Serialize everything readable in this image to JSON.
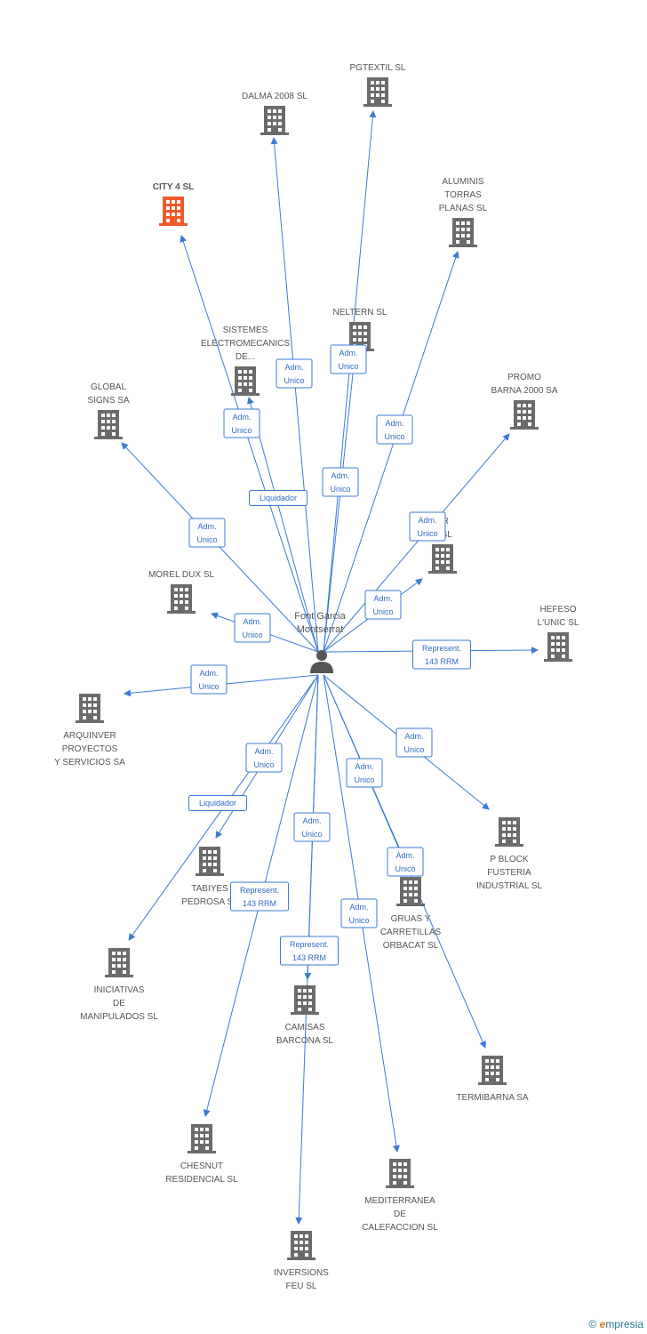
{
  "colors": {
    "edge": "#3a7bd5",
    "building": "#6b6b6b",
    "highlight": "#f05a28",
    "person": "#555555"
  },
  "center": {
    "name_lines": [
      "Font Garcia",
      "Montserrat"
    ],
    "icon": "person-icon"
  },
  "nodes": [
    {
      "id": "pgtextil",
      "lines": [
        "PGTEXTIL SL"
      ],
      "label_pos": "above",
      "highlight": false
    },
    {
      "id": "dalma",
      "lines": [
        "DALMA 2008 SL"
      ],
      "label_pos": "above",
      "highlight": false
    },
    {
      "id": "city4",
      "lines": [
        "CITY 4 SL"
      ],
      "label_pos": "above",
      "highlight": true
    },
    {
      "id": "aluminis",
      "lines": [
        "ALUMINIS",
        "TORRAS",
        "PLANAS SL"
      ],
      "label_pos": "above",
      "highlight": false
    },
    {
      "id": "nelternl",
      "lines": [
        "NELTERN SL"
      ],
      "label_pos": "above",
      "highlight": false
    },
    {
      "id": "sistemes",
      "lines": [
        "SISTEMES",
        "ELECTROMECANICS",
        "DE..."
      ],
      "label_pos": "above",
      "highlight": false
    },
    {
      "id": "global",
      "lines": [
        "GLOBAL",
        "SIGNS SA"
      ],
      "label_pos": "above",
      "highlight": false
    },
    {
      "id": "promo",
      "lines": [
        "PROMO",
        "BARNA 2000 SA"
      ],
      "label_pos": "above",
      "highlight": false
    },
    {
      "id": "erssl",
      "lines": [
        "ER",
        "S SL"
      ],
      "label_pos": "above",
      "highlight": false
    },
    {
      "id": "morel",
      "lines": [
        "MOREL DUX SL"
      ],
      "label_pos": "above",
      "highlight": false
    },
    {
      "id": "hefeso",
      "lines": [
        "HEFESO",
        "L'UNIC SL"
      ],
      "label_pos": "above",
      "highlight": false
    },
    {
      "id": "arquinver",
      "lines": [
        "ARQUINVER",
        "PROYECTOS",
        "Y SERVICIOS SA"
      ],
      "label_pos": "below",
      "highlight": false
    },
    {
      "id": "pblock",
      "lines": [
        "P BLOCK",
        "FUSTERIA",
        "INDUSTRIAL SL"
      ],
      "label_pos": "below",
      "highlight": false
    },
    {
      "id": "tabiyes",
      "lines": [
        "TABIYES",
        "PEDROSA SL"
      ],
      "label_pos": "below",
      "highlight": false
    },
    {
      "id": "gruas",
      "lines": [
        "GRUAS Y",
        "CARRETILLAS",
        "ORBACAT SL"
      ],
      "label_pos": "below",
      "highlight": false
    },
    {
      "id": "iniciativas",
      "lines": [
        "INICIATIVAS",
        "DE",
        "MANIPULADOS SL"
      ],
      "label_pos": "below",
      "highlight": false
    },
    {
      "id": "camisas",
      "lines": [
        "CAMISAS",
        "BARCONA SL"
      ],
      "label_pos": "below",
      "highlight": false
    },
    {
      "id": "termibarna",
      "lines": [
        "TERMIBARNA SA"
      ],
      "label_pos": "below",
      "highlight": false
    },
    {
      "id": "chesnut",
      "lines": [
        "CHESNUT",
        "RESIDENCIAL SL"
      ],
      "label_pos": "below",
      "highlight": false
    },
    {
      "id": "mediterranea",
      "lines": [
        "MEDITERRANEA",
        "DE",
        "CALEFACCION SL"
      ],
      "label_pos": "below",
      "highlight": false
    },
    {
      "id": "inversions",
      "lines": [
        "INVERSIONS",
        "FEU SL"
      ],
      "label_pos": "below",
      "highlight": false
    }
  ],
  "relations": [
    {
      "target": "pgtextil",
      "lines": [
        "Adm.",
        "Unico"
      ]
    },
    {
      "target": "dalma",
      "lines": [
        "Adm.",
        "Unico"
      ]
    },
    {
      "target": "city4",
      "lines": [
        "Adm.",
        "Unico"
      ]
    },
    {
      "target": "aluminis",
      "lines": [
        "Adm.",
        "Unico"
      ]
    },
    {
      "target": "nelternl",
      "lines": [
        "Adm.",
        "Unico"
      ]
    },
    {
      "target": "sistemes",
      "lines": [
        "Liquidador"
      ]
    },
    {
      "target": "global",
      "lines": [
        "Adm.",
        "Unico"
      ]
    },
    {
      "target": "promo",
      "lines": [
        "Adm.",
        "Unico"
      ]
    },
    {
      "target": "erssl",
      "lines": [
        "Adm.",
        "Unico"
      ]
    },
    {
      "target": "morel",
      "lines": [
        "Adm.",
        "Unico"
      ]
    },
    {
      "target": "hefeso",
      "lines": [
        "Represent.",
        "143 RRM"
      ]
    },
    {
      "target": "arquinver",
      "lines": [
        "Adm.",
        "Unico"
      ]
    },
    {
      "target": "pblock",
      "lines": [
        "Adm.",
        "Unico"
      ]
    },
    {
      "target": "tabiyes",
      "lines": [
        "Liquidador"
      ]
    },
    {
      "target": "gruas",
      "lines": [
        "Adm.",
        "Unico"
      ]
    },
    {
      "target": "iniciativas",
      "lines": [
        "Adm.",
        "Unico"
      ]
    },
    {
      "target": "camisas",
      "lines": [
        "Adm.",
        "Unico"
      ]
    },
    {
      "target": "termibarna",
      "lines": [
        "Adm.",
        "Unico"
      ]
    },
    {
      "target": "chesnut",
      "lines": [
        "Represent.",
        "143 RRM"
      ]
    },
    {
      "target": "mediterranea",
      "lines": [
        "Adm.",
        "Unico"
      ]
    },
    {
      "target": "inversions",
      "lines": [
        "Represent.",
        "143 RRM"
      ]
    }
  ],
  "footer": {
    "copyright": "©",
    "brand_initial": "e",
    "brand_rest": "mpresia"
  }
}
